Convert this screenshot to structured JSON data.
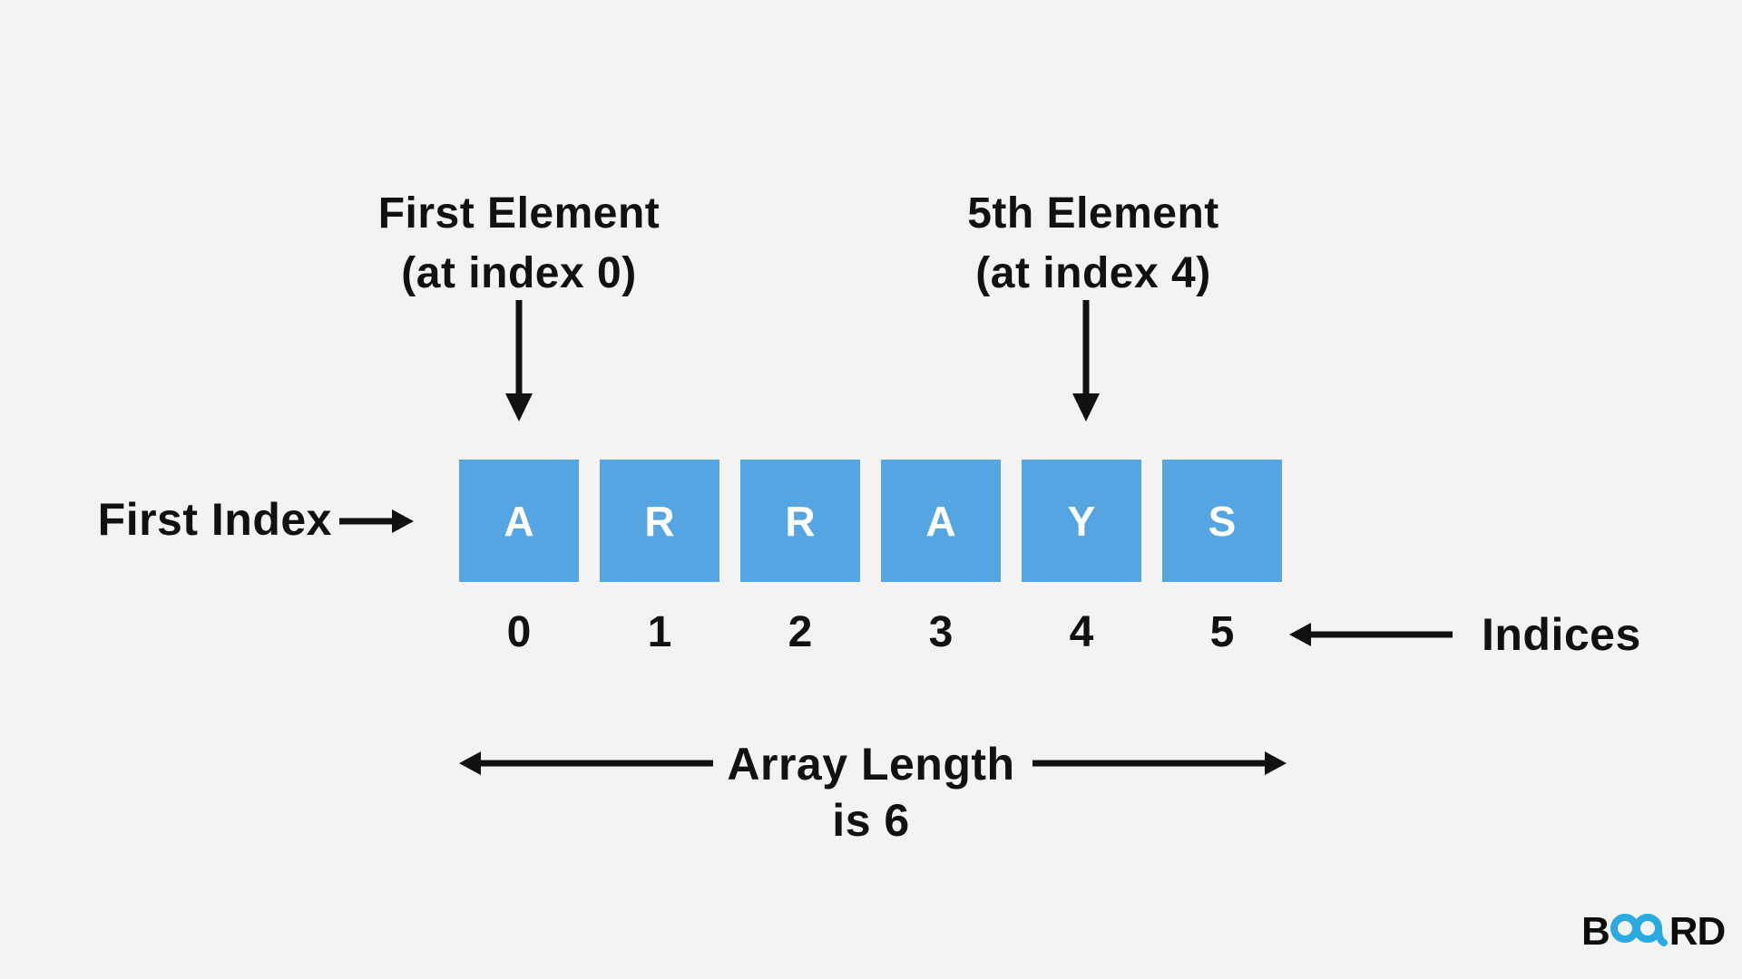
{
  "colors": {
    "background": "#f4f3f1",
    "ink": "#111111",
    "cell_blue": "#55a5e3",
    "cell_letter_white": "#ffffff",
    "logo_blue": "#29abe2",
    "logo_black": "#0d0d0d"
  },
  "annotations": {
    "first_element_line1": "First Element",
    "first_element_line2": "(at index 0)",
    "fifth_element_line1": "5th Element",
    "fifth_element_line2": "(at index 4)",
    "first_index_label": "First Index",
    "indices_label": "Indices",
    "array_length_line1": "Array Length",
    "array_length_line2": "is 6"
  },
  "array": {
    "cells": [
      {
        "letter": "A",
        "index": "0"
      },
      {
        "letter": "R",
        "index": "1"
      },
      {
        "letter": "R",
        "index": "2"
      },
      {
        "letter": "A",
        "index": "3"
      },
      {
        "letter": "Y",
        "index": "4"
      },
      {
        "letter": "S",
        "index": "5"
      }
    ],
    "length": 6
  },
  "logo": {
    "prefix": "B",
    "suffix": "RD",
    "icon": "infinity-icon"
  }
}
